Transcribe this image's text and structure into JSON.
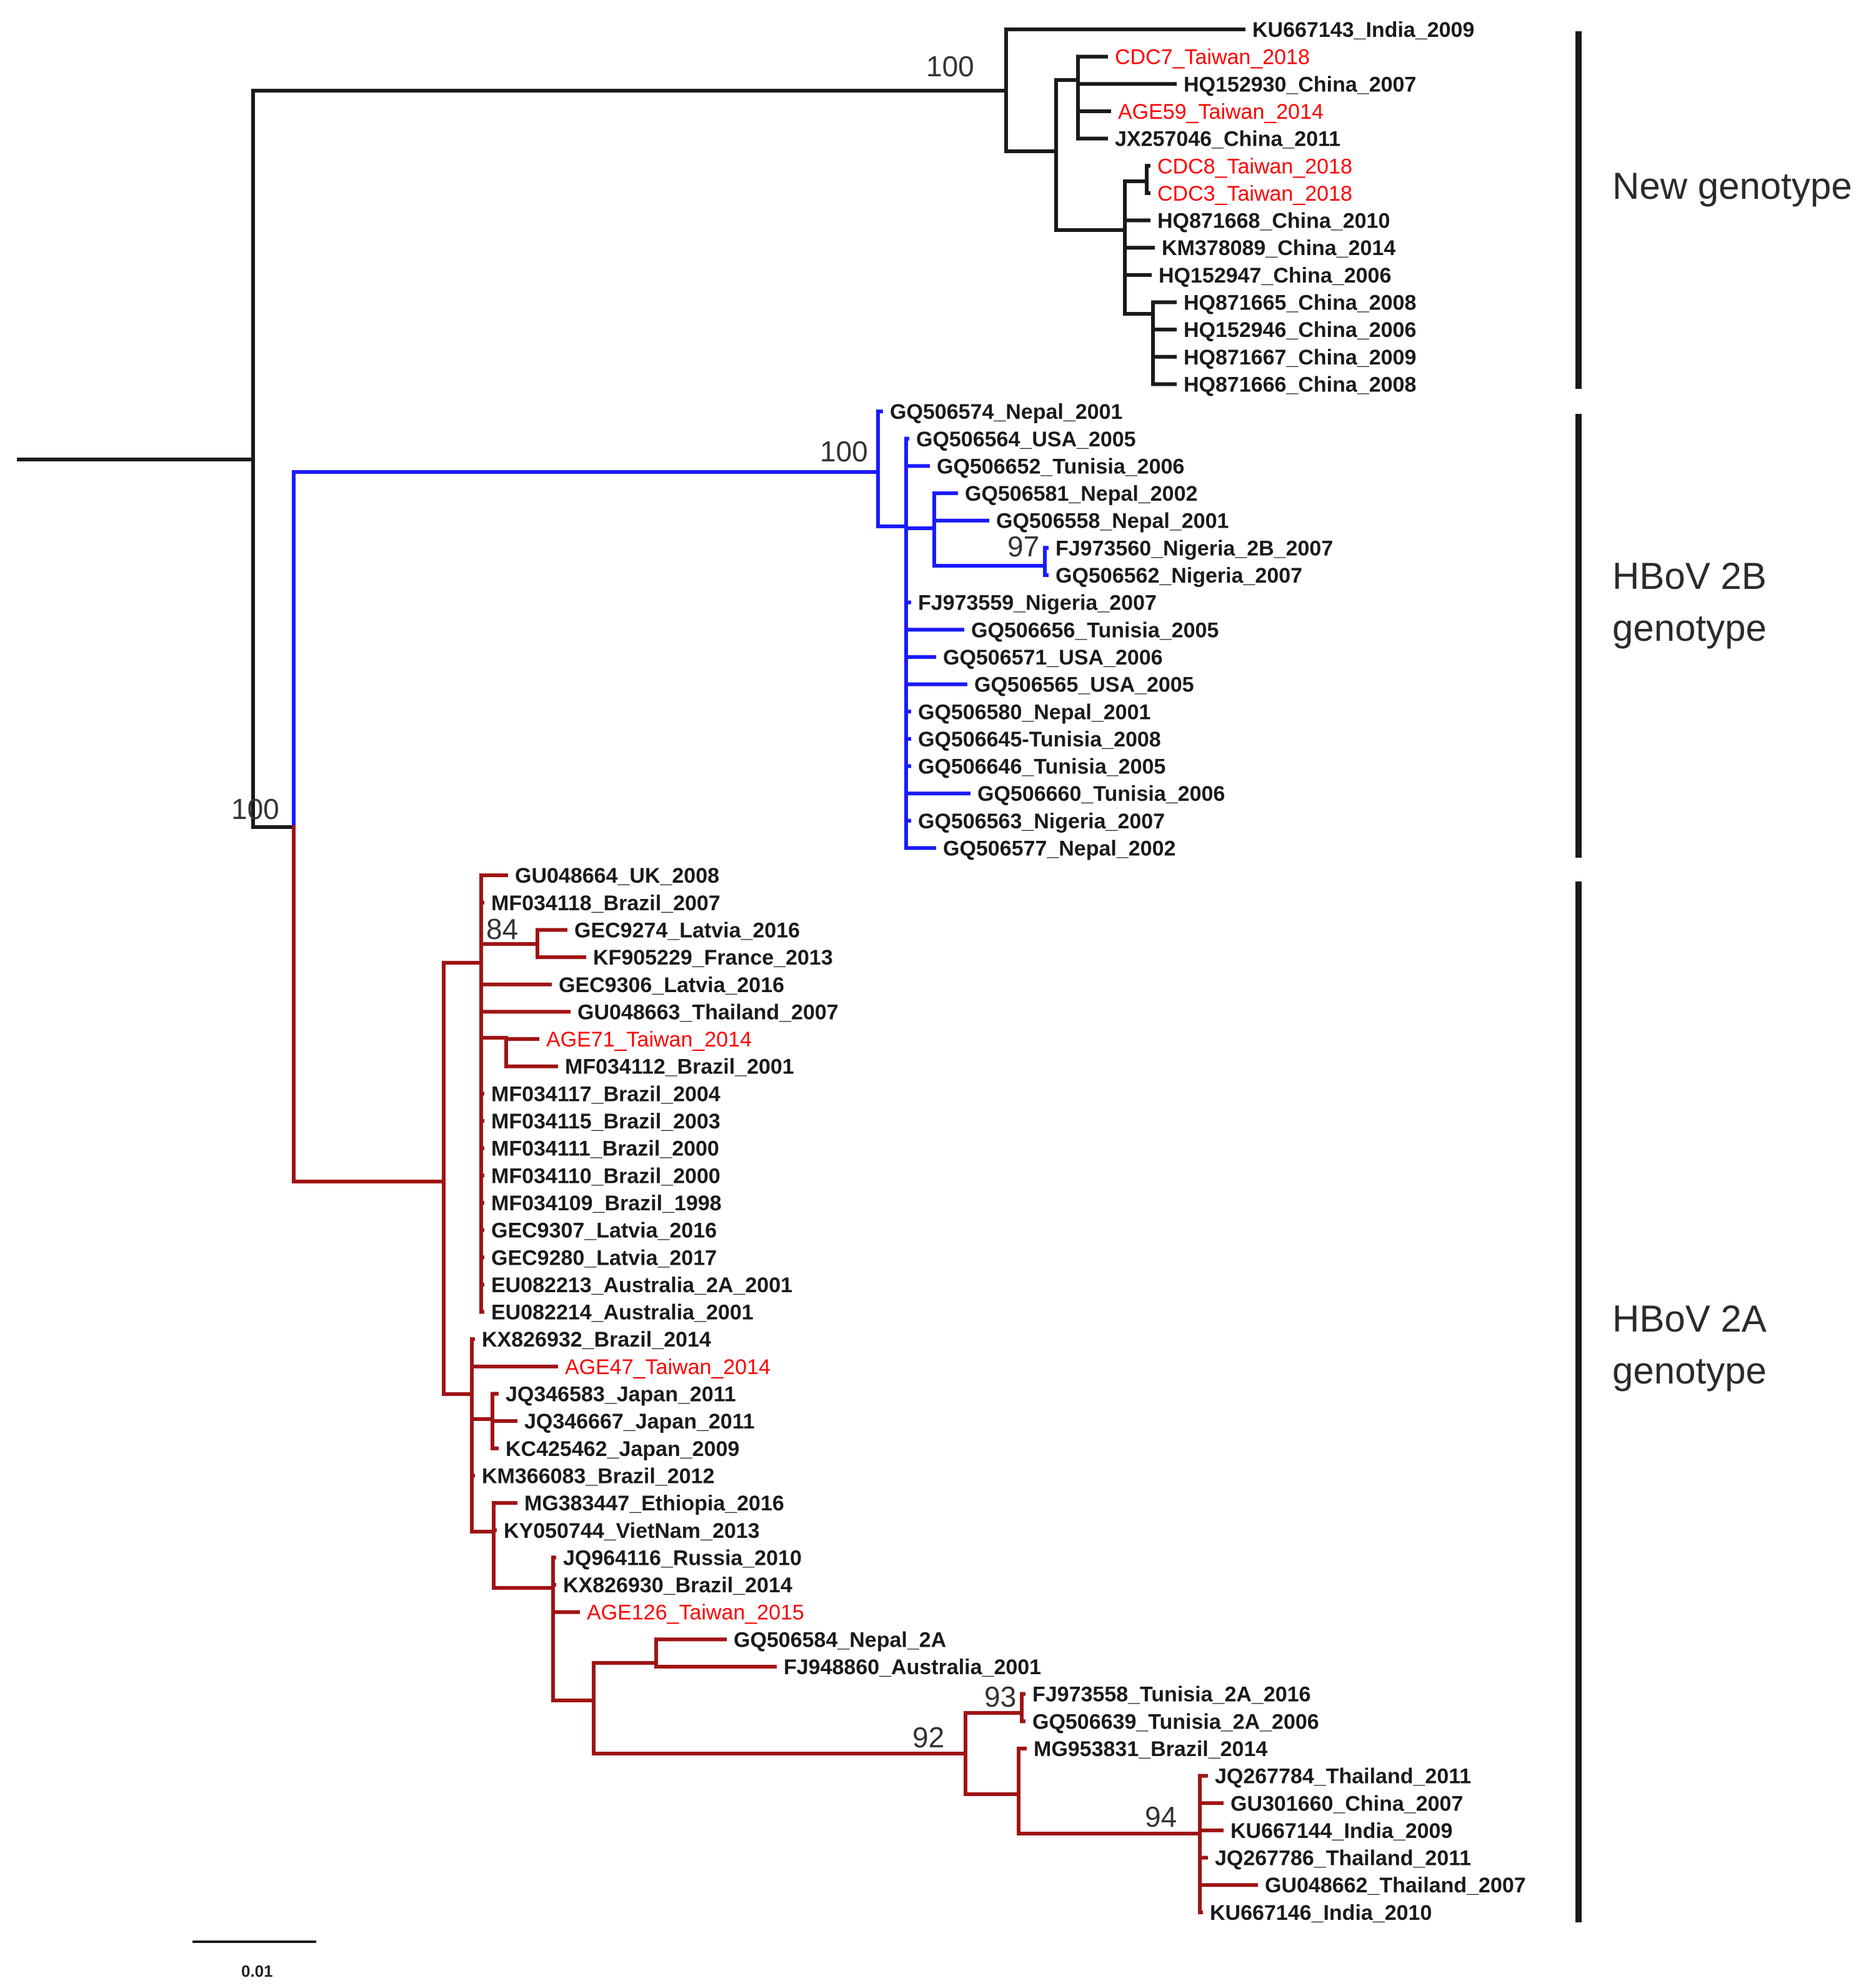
{
  "colors": {
    "black": "#1a1a1a",
    "blue": "#1a1aff",
    "darkred": "#a01414",
    "highlight": "#ff0000"
  },
  "bootstrap": {
    "new_genotype": "100",
    "root_split": "100",
    "hbov2b": "100",
    "fj973560_pair": "97",
    "gec9274_pair": "84",
    "big_subclade": "92",
    "fj973558_pair": "93",
    "thailand_cluster": "94"
  },
  "clades": {
    "new_genotype": [
      "New genotype"
    ],
    "hbov2b": [
      "HBoV 2B",
      "genotype"
    ],
    "hbov2a": [
      "HBoV 2A",
      "genotype"
    ]
  },
  "scale_bar": {
    "label": "0.01"
  },
  "leaves": {
    "ku667143": "KU667143_India_2009",
    "cdc7": "CDC7_Taiwan_2018",
    "hq152930": "HQ152930_China_2007",
    "age59": "AGE59_Taiwan_2014",
    "jx257046": "JX257046_China_2011",
    "cdc8": "CDC8_Taiwan_2018",
    "cdc3": "CDC3_Taiwan_2018",
    "hq871668": "HQ871668_China_2010",
    "km378089": "KM378089_China_2014",
    "hq152947": "HQ152947_China_2006",
    "hq871665": "HQ871665_China_2008",
    "hq152946": "HQ152946_China_2006",
    "hq871667": "HQ871667_China_2009",
    "hq871666": "HQ871666_China_2008",
    "gq506574": "GQ506574_Nepal_2001",
    "gq506564": "GQ506564_USA_2005",
    "gq506652": "GQ506652_Tunisia_2006",
    "gq506581": "GQ506581_Nepal_2002",
    "gq506558": "GQ506558_Nepal_2001",
    "fj973560": "FJ973560_Nigeria_2B_2007",
    "gq506562": "GQ506562_Nigeria_2007",
    "fj973559": "FJ973559_Nigeria_2007",
    "gq506656": "GQ506656_Tunisia_2005",
    "gq506571": "GQ506571_USA_2006",
    "gq506565": "GQ506565_USA_2005",
    "gq506580": "GQ506580_Nepal_2001",
    "gq506645": "GQ506645-Tunisia_2008",
    "gq506646": "GQ506646_Tunisia_2005",
    "gq506660": "GQ506660_Tunisia_2006",
    "gq506563": "GQ506563_Nigeria_2007",
    "gq506577": "GQ506577_Nepal_2002",
    "gu048664": "GU048664_UK_2008",
    "mf034118": "MF034118_Brazil_2007",
    "gec9274": "GEC9274_Latvia_2016",
    "kf905229": "KF905229_France_2013",
    "gec9306": "GEC9306_Latvia_2016",
    "gu048663": "GU048663_Thailand_2007",
    "age71": "AGE71_Taiwan_2014",
    "mf034112": "MF034112_Brazil_2001",
    "mf034117": "MF034117_Brazil_2004",
    "mf034115": "MF034115_Brazil_2003",
    "mf034111": "MF034111_Brazil_2000",
    "mf034110": "MF034110_Brazil_2000",
    "mf034109": "MF034109_Brazil_1998",
    "gec9307": "GEC9307_Latvia_2016",
    "gec9280": "GEC9280_Latvia_2017",
    "eu082213": "EU082213_Australia_2A_2001",
    "eu082214": "EU082214_Australia_2001",
    "kx826932": "KX826932_Brazil_2014",
    "age47": "AGE47_Taiwan_2014",
    "jq346583": "JQ346583_Japan_2011",
    "jq346667": "JQ346667_Japan_2011",
    "kc425462": "KC425462_Japan_2009",
    "km366083": "KM366083_Brazil_2012",
    "mg383447": "MG383447_Ethiopia_2016",
    "ky050744": "KY050744_VietNam_2013",
    "jq964116": "JQ964116_Russia_2010",
    "kx826930": "KX826930_Brazil_2014",
    "age126": "AGE126_Taiwan_2015",
    "gq506584": "GQ506584_Nepal_2A",
    "fj948860": "FJ948860_Australia_2001",
    "fj973558": "FJ973558_Tunisia_2A_2016",
    "gq506639": "GQ506639_Tunisia_2A_2006",
    "mg953831": "MG953831_Brazil_2014",
    "jq267784": "JQ267784_Thailand_2011",
    "gu301660": "GU301660_China_2007",
    "ku667144": "KU667144_India_2009",
    "jq267786": "JQ267786_Thailand_2011",
    "gu048662": "GU048662_Thailand_2007",
    "ku667146": "KU667146_India_2010"
  }
}
